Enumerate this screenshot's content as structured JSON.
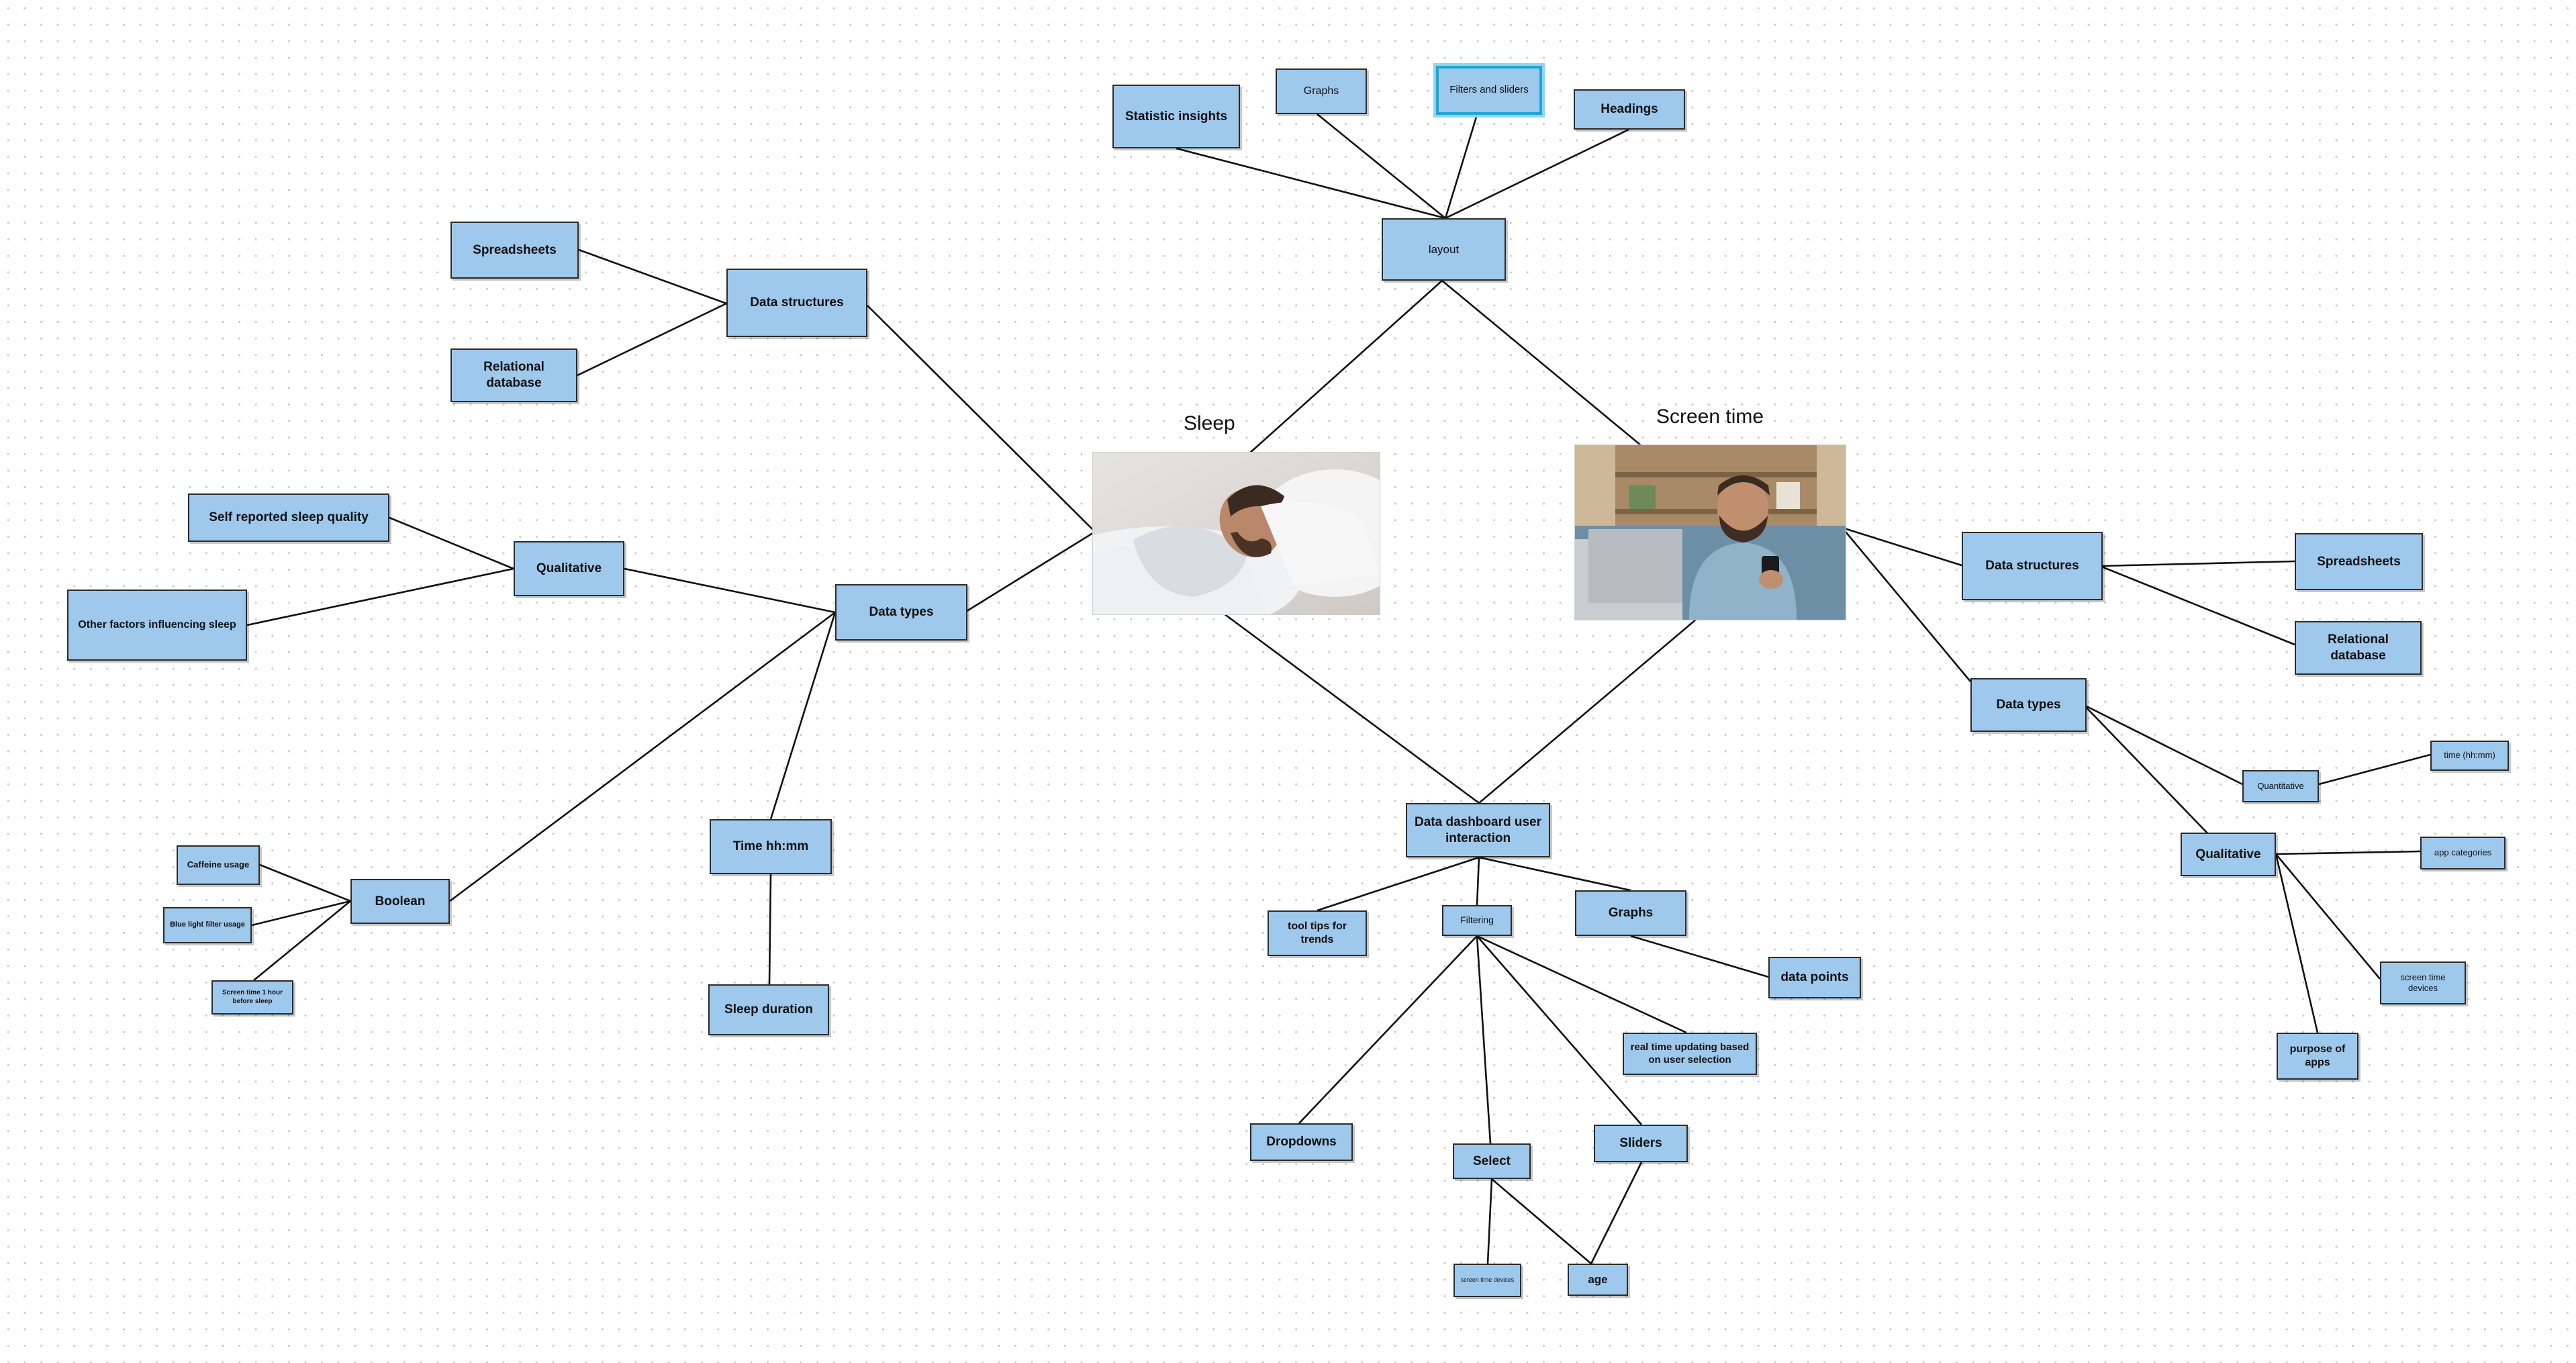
{
  "colors": {
    "node_fill": "#9ec8ec",
    "node_border": "#2b2b2b",
    "edge": "#111111",
    "selection": "#1ea6d6"
  },
  "center": {
    "sleep": {
      "title": "Sleep",
      "image": "man-sleeping-photo"
    },
    "screen_time": {
      "title": "Screen time",
      "image": "man-using-phone-photo"
    }
  },
  "layout_branch": {
    "layout": "layout",
    "statistic_insights": "Statistic insights",
    "graphs": "Graphs",
    "filters_sliders": "Filters and sliders",
    "headings": "Headings"
  },
  "sleep_branch": {
    "data_structures": "Data structures",
    "spreadsheets": "Spreadsheets",
    "relational_database": "Relational database",
    "data_types": "Data types",
    "qualitative": "Qualitative",
    "self_reported": "Self reported sleep quality",
    "other_factors": "Other factors influencing sleep",
    "boolean": "Boolean",
    "caffeine": "Caffeine usage",
    "blue_light": "Blue light filter usage",
    "screen_before_sleep": "Screen time 1 hour before sleep",
    "time_hhmm": "Time hh:mm",
    "sleep_duration": "Sleep duration"
  },
  "interaction_branch": {
    "dashboard": "Data dashboard user interaction",
    "tool_tips": "tool tips for trends",
    "filtering": "Filtering",
    "graphs": "Graphs",
    "data_points": "data points",
    "real_time": "real time updating based on user selection",
    "dropdowns": "Dropdowns",
    "select": "Select",
    "sliders": "Sliders",
    "screen_time_devices": "screen time devices",
    "age": "age"
  },
  "screen_branch": {
    "data_structures": "Data structures",
    "spreadsheets": "Spreadsheets",
    "relational_database": "Relational database",
    "data_types": "Data types",
    "quantitative": "Quantitative",
    "time_hhmm": "time (hh:mm)",
    "qualitative": "Qualitative",
    "app_categories": "app categories",
    "screen_time_devices": "screen time devices",
    "purpose_of_apps": "purpose of apps"
  }
}
